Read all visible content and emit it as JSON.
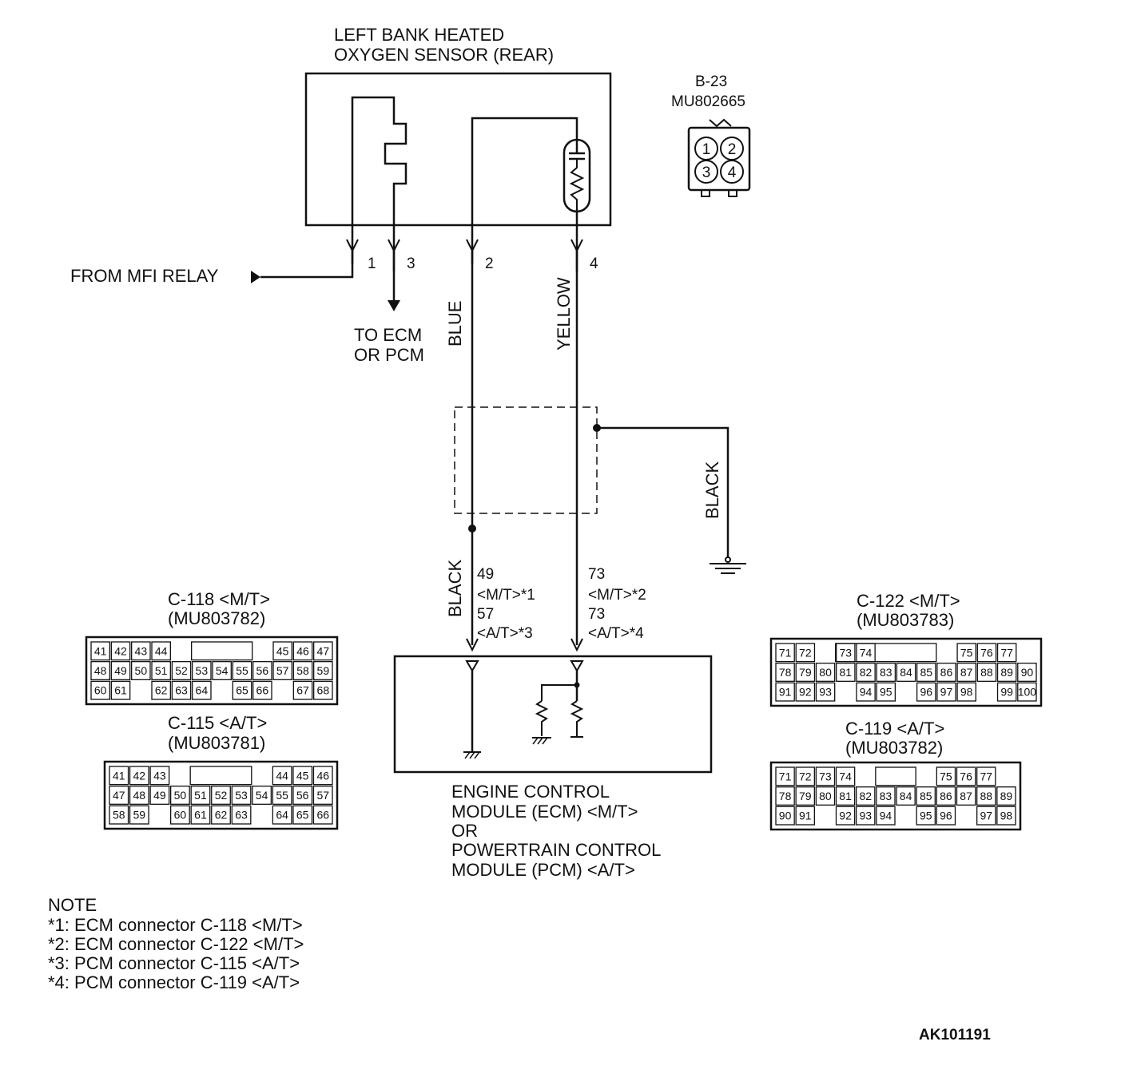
{
  "sensor": {
    "title_line1": "LEFT BANK HEATED",
    "title_line2": "OXYGEN SENSOR (REAR)",
    "pins": [
      "1",
      "3",
      "2",
      "4"
    ]
  },
  "sensor_connector": {
    "id": "B-23",
    "part": "MU802665",
    "pins": [
      "1",
      "2",
      "3",
      "4"
    ]
  },
  "labels": {
    "from_mfi_relay": "FROM MFI RELAY",
    "to_ecm_line1": "TO ECM",
    "to_ecm_line2": "OR PCM"
  },
  "wires": {
    "blue": "BLUE",
    "yellow": "YELLOW",
    "black_ground": "BLACK",
    "black_ecm": "BLACK"
  },
  "ecm_terminals": {
    "left": [
      "49",
      "<M/T>*1",
      "57",
      "<A/T>*3"
    ],
    "right": [
      "73",
      "<M/T>*2",
      "73",
      "<A/T>*4"
    ]
  },
  "module": {
    "line1": "ENGINE CONTROL",
    "line2": "MODULE (ECM) <M/T>",
    "line3": "OR",
    "line4": "POWERTRAIN CONTROL",
    "line5": "MODULE (PCM) <A/T>"
  },
  "connectors": [
    {
      "id": "C-118 <M/T>",
      "part": "(MU803782)",
      "rows": [
        [
          "41",
          "42",
          "43",
          "44",
          "",
          "",
          "",
          "",
          "",
          "45",
          "46",
          "47"
        ],
        [
          "48",
          "49",
          "50",
          "51",
          "52",
          "53",
          "54",
          "55",
          "56",
          "57",
          "58",
          "59"
        ],
        [
          "60",
          "61",
          "",
          "62",
          "63",
          "64",
          "",
          "65",
          "66",
          "",
          "67",
          "68"
        ]
      ]
    },
    {
      "id": "C-115 <A/T>",
      "part": "(MU803781)",
      "rows": [
        [
          "41",
          "42",
          "43",
          "",
          "",
          "",
          "",
          "",
          "44",
          "45",
          "46"
        ],
        [
          "47",
          "48",
          "49",
          "50",
          "51",
          "52",
          "53",
          "54",
          "55",
          "56",
          "57"
        ],
        [
          "58",
          "59",
          "",
          "60",
          "61",
          "62",
          "63",
          "",
          "64",
          "65",
          "66"
        ]
      ]
    },
    {
      "id": "C-122 <M/T>",
      "part": "(MU803783)",
      "rows": [
        [
          "71",
          "72",
          "",
          "73",
          "74",
          "",
          "",
          "",
          "",
          "75",
          "76",
          "77"
        ],
        [
          "78",
          "79",
          "80",
          "81",
          "82",
          "83",
          "84",
          "85",
          "86",
          "87",
          "88",
          "89",
          "90"
        ],
        [
          "91",
          "92",
          "93",
          "",
          "94",
          "95",
          "",
          "96",
          "97",
          "98",
          "",
          "99",
          "100"
        ]
      ]
    },
    {
      "id": "C-119 <A/T>",
      "part": "(MU803782)",
      "rows": [
        [
          "71",
          "72",
          "73",
          "74",
          "",
          "",
          "",
          "",
          "75",
          "76",
          "77"
        ],
        [
          "78",
          "79",
          "80",
          "81",
          "82",
          "83",
          "84",
          "85",
          "86",
          "87",
          "88",
          "89"
        ],
        [
          "90",
          "91",
          "",
          "92",
          "93",
          "94",
          "",
          "95",
          "96",
          "",
          "97",
          "98"
        ]
      ]
    }
  ],
  "note": {
    "heading": "NOTE",
    "lines": [
      "*1: ECM connector C-118 <M/T>",
      "*2: ECM connector C-122 <M/T>",
      "*3: PCM connector C-115 <A/T>",
      "*4: PCM connector C-119 <A/T>"
    ]
  },
  "figure_id": "AK101191"
}
